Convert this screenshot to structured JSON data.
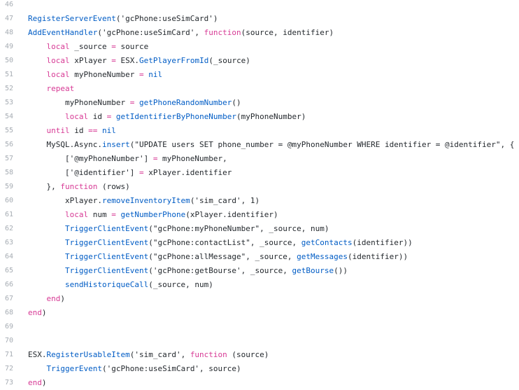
{
  "editor": {
    "colors": {
      "keyword": "#d73a95",
      "function": "#005cc5",
      "text": "#24292e",
      "line_number": "#a6acb3",
      "background": "#ffffff"
    },
    "lines": [
      {
        "number": "46",
        "tokens": []
      },
      {
        "number": "47",
        "tokens": [
          {
            "type": "fn",
            "text": "RegisterServerEvent"
          },
          {
            "type": "plain",
            "text": "('gcPhone:useSimCard')"
          }
        ]
      },
      {
        "number": "48",
        "tokens": [
          {
            "type": "fn",
            "text": "AddEventHandler"
          },
          {
            "type": "plain",
            "text": "('gcPhone:useSimCard', "
          },
          {
            "type": "kw",
            "text": "function"
          },
          {
            "type": "plain",
            "text": "(source, identifier)"
          }
        ]
      },
      {
        "number": "49",
        "tokens": [
          {
            "type": "plain",
            "text": "    "
          },
          {
            "type": "kw",
            "text": "local"
          },
          {
            "type": "plain",
            "text": " _source "
          },
          {
            "type": "kw",
            "text": "="
          },
          {
            "type": "plain",
            "text": " source"
          }
        ]
      },
      {
        "number": "50",
        "tokens": [
          {
            "type": "plain",
            "text": "    "
          },
          {
            "type": "kw",
            "text": "local"
          },
          {
            "type": "plain",
            "text": " xPlayer "
          },
          {
            "type": "kw",
            "text": "="
          },
          {
            "type": "plain",
            "text": " ESX."
          },
          {
            "type": "fn",
            "text": "GetPlayerFromId"
          },
          {
            "type": "plain",
            "text": "(_source)"
          }
        ]
      },
      {
        "number": "51",
        "tokens": [
          {
            "type": "plain",
            "text": "    "
          },
          {
            "type": "kw",
            "text": "local"
          },
          {
            "type": "plain",
            "text": " myPhoneNumber "
          },
          {
            "type": "kw",
            "text": "="
          },
          {
            "type": "plain",
            "text": " "
          },
          {
            "type": "fn",
            "text": "nil"
          }
        ]
      },
      {
        "number": "52",
        "tokens": [
          {
            "type": "plain",
            "text": "    "
          },
          {
            "type": "kw",
            "text": "repeat"
          }
        ]
      },
      {
        "number": "53",
        "tokens": [
          {
            "type": "plain",
            "text": "        myPhoneNumber "
          },
          {
            "type": "kw",
            "text": "="
          },
          {
            "type": "plain",
            "text": " "
          },
          {
            "type": "fn",
            "text": "getPhoneRandomNumber"
          },
          {
            "type": "plain",
            "text": "()"
          }
        ]
      },
      {
        "number": "54",
        "tokens": [
          {
            "type": "plain",
            "text": "        "
          },
          {
            "type": "kw",
            "text": "local"
          },
          {
            "type": "plain",
            "text": " id "
          },
          {
            "type": "kw",
            "text": "="
          },
          {
            "type": "plain",
            "text": " "
          },
          {
            "type": "fn",
            "text": "getIdentifierByPhoneNumber"
          },
          {
            "type": "plain",
            "text": "(myPhoneNumber)"
          }
        ]
      },
      {
        "number": "55",
        "tokens": [
          {
            "type": "plain",
            "text": "    "
          },
          {
            "type": "kw",
            "text": "until"
          },
          {
            "type": "plain",
            "text": " id "
          },
          {
            "type": "kw",
            "text": "=="
          },
          {
            "type": "plain",
            "text": " "
          },
          {
            "type": "fn",
            "text": "nil"
          }
        ]
      },
      {
        "number": "56",
        "tokens": [
          {
            "type": "plain",
            "text": "    MySQL.Async."
          },
          {
            "type": "fn",
            "text": "insert"
          },
          {
            "type": "plain",
            "text": "(\"UPDATE users SET phone_number = @myPhoneNumber WHERE identifier = @identifier\", {"
          }
        ]
      },
      {
        "number": "57",
        "tokens": [
          {
            "type": "plain",
            "text": "        ['@myPhoneNumber'] "
          },
          {
            "type": "kw",
            "text": "="
          },
          {
            "type": "plain",
            "text": " myPhoneNumber,"
          }
        ]
      },
      {
        "number": "58",
        "tokens": [
          {
            "type": "plain",
            "text": "        ['@identifier'] "
          },
          {
            "type": "kw",
            "text": "="
          },
          {
            "type": "plain",
            "text": " xPlayer.identifier"
          }
        ]
      },
      {
        "number": "59",
        "tokens": [
          {
            "type": "plain",
            "text": "    }, "
          },
          {
            "type": "kw",
            "text": "function"
          },
          {
            "type": "plain",
            "text": " (rows)"
          }
        ]
      },
      {
        "number": "60",
        "tokens": [
          {
            "type": "plain",
            "text": "        xPlayer."
          },
          {
            "type": "fn",
            "text": "removeInventoryItem"
          },
          {
            "type": "plain",
            "text": "('sim_card', 1)"
          }
        ]
      },
      {
        "number": "61",
        "tokens": [
          {
            "type": "plain",
            "text": "        "
          },
          {
            "type": "kw",
            "text": "local"
          },
          {
            "type": "plain",
            "text": " num "
          },
          {
            "type": "kw",
            "text": "="
          },
          {
            "type": "plain",
            "text": " "
          },
          {
            "type": "fn",
            "text": "getNumberPhone"
          },
          {
            "type": "plain",
            "text": "(xPlayer.identifier)"
          }
        ]
      },
      {
        "number": "62",
        "tokens": [
          {
            "type": "plain",
            "text": "        "
          },
          {
            "type": "fn",
            "text": "TriggerClientEvent"
          },
          {
            "type": "plain",
            "text": "(\"gcPhone:myPhoneNumber\", _source, num)"
          }
        ]
      },
      {
        "number": "63",
        "tokens": [
          {
            "type": "plain",
            "text": "        "
          },
          {
            "type": "fn",
            "text": "TriggerClientEvent"
          },
          {
            "type": "plain",
            "text": "(\"gcPhone:contactList\", _source, "
          },
          {
            "type": "fn",
            "text": "getContacts"
          },
          {
            "type": "plain",
            "text": "(identifier))"
          }
        ]
      },
      {
        "number": "64",
        "tokens": [
          {
            "type": "plain",
            "text": "        "
          },
          {
            "type": "fn",
            "text": "TriggerClientEvent"
          },
          {
            "type": "plain",
            "text": "(\"gcPhone:allMessage\", _source, "
          },
          {
            "type": "fn",
            "text": "getMessages"
          },
          {
            "type": "plain",
            "text": "(identifier))"
          }
        ]
      },
      {
        "number": "65",
        "tokens": [
          {
            "type": "plain",
            "text": "        "
          },
          {
            "type": "fn",
            "text": "TriggerClientEvent"
          },
          {
            "type": "plain",
            "text": "('gcPhone:getBourse', _source, "
          },
          {
            "type": "fn",
            "text": "getBourse"
          },
          {
            "type": "plain",
            "text": "())"
          }
        ]
      },
      {
        "number": "66",
        "tokens": [
          {
            "type": "plain",
            "text": "        "
          },
          {
            "type": "fn",
            "text": "sendHistoriqueCall"
          },
          {
            "type": "plain",
            "text": "(_source, num)"
          }
        ]
      },
      {
        "number": "67",
        "tokens": [
          {
            "type": "plain",
            "text": "    "
          },
          {
            "type": "kw",
            "text": "end"
          },
          {
            "type": "plain",
            "text": ")"
          }
        ]
      },
      {
        "number": "68",
        "tokens": [
          {
            "type": "kw",
            "text": "end"
          },
          {
            "type": "plain",
            "text": ")"
          }
        ]
      },
      {
        "number": "69",
        "tokens": []
      },
      {
        "number": "70",
        "tokens": []
      },
      {
        "number": "71",
        "tokens": [
          {
            "type": "plain",
            "text": "ESX."
          },
          {
            "type": "fn",
            "text": "RegisterUsableItem"
          },
          {
            "type": "plain",
            "text": "('sim_card', "
          },
          {
            "type": "kw",
            "text": "function"
          },
          {
            "type": "plain",
            "text": " (source)"
          }
        ]
      },
      {
        "number": "72",
        "tokens": [
          {
            "type": "plain",
            "text": "    "
          },
          {
            "type": "fn",
            "text": "TriggerEvent"
          },
          {
            "type": "plain",
            "text": "('gcPhone:useSimCard', source)"
          }
        ]
      },
      {
        "number": "73",
        "tokens": [
          {
            "type": "kw",
            "text": "end"
          },
          {
            "type": "plain",
            "text": ")"
          }
        ]
      }
    ]
  }
}
